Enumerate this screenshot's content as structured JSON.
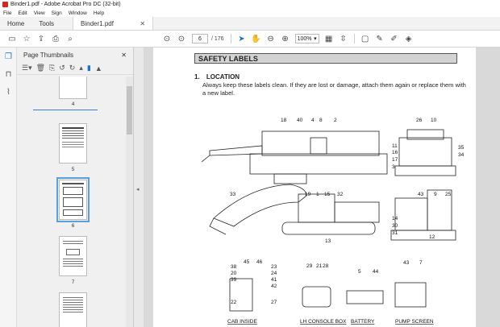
{
  "window": {
    "title": "Binder1.pdf - Adobe Acrobat Pro DC (32-bit)"
  },
  "menu": [
    "File",
    "Edit",
    "View",
    "Sign",
    "Window",
    "Help"
  ],
  "tabs": {
    "home": "Home",
    "tools": "Tools",
    "doc": "Binder1.pdf"
  },
  "toolbar": {
    "page_current": "6",
    "page_total": "/ 176",
    "zoom": "100%"
  },
  "panel": {
    "title": "Page Thumbnails",
    "thumbs": [
      {
        "label": "4"
      },
      {
        "label": "5"
      },
      {
        "label": "6"
      },
      {
        "label": "7"
      }
    ]
  },
  "document": {
    "section_title": "SAFETY LABELS",
    "location_num": "1.",
    "location_heading": "LOCATION",
    "location_text": "Always keep these labels clean.  If they are lost or damage, attach them again or replace them with a new label.",
    "callouts_top": [
      "18",
      "40",
      "4",
      "8",
      "2",
      "11",
      "16",
      "17",
      "3",
      "26",
      "10",
      "35",
      "34"
    ],
    "callouts_mid": [
      "33",
      "19",
      "1",
      "15",
      "32",
      "14",
      "30",
      "31",
      "13",
      "43",
      "9",
      "25",
      "12"
    ],
    "callouts_bottom": [
      "45",
      "46",
      "38",
      "20",
      "39",
      "23",
      "24",
      "41",
      "42",
      "22",
      "27",
      "29",
      "21",
      "28",
      "5",
      "44",
      "43",
      "7"
    ],
    "captions": [
      "CAB INSIDE",
      "LH CONSOLE BOX",
      "BATTERY",
      "PUMP SCREEN"
    ]
  },
  "colors": {
    "accent": "#1a73c8",
    "title_bg": "#d3d3d3"
  }
}
